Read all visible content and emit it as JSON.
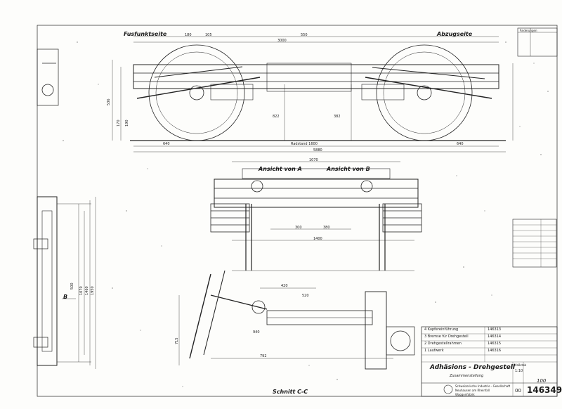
{
  "views": {
    "top_left_label": "Fusfunktseite",
    "top_right_label": "Abzugseite",
    "view_a": "Ansicht von A",
    "view_b": "Ansicht von B",
    "section": "Schnitt C-C",
    "marker_b": "B"
  },
  "dimensions": {
    "top": [
      "180",
      "3000",
      "550",
      "105"
    ],
    "bottom": [
      "640",
      "Radstand 1600",
      "5880",
      "640",
      "822",
      "382"
    ],
    "middle": [
      "1070",
      "300",
      "380",
      "1400"
    ],
    "section": [
      "420",
      "520",
      "940",
      "792"
    ],
    "left_heights": [
      "536",
      "170",
      "190",
      "715"
    ],
    "left_section": [
      "500",
      "1070",
      "1460",
      "1950"
    ]
  },
  "title_block": {
    "title": "Adhäsions - Drehgestell",
    "subtitle": "Zusammenstellung",
    "company": "Schweizerische Industrie - Gesellschaft",
    "location": "Neuhausen am Rheinfall",
    "dept": "Waggonfabrik",
    "scale_label": "Maßstab",
    "scale": "1:10",
    "number": "146349",
    "code": "00",
    "revision": "100",
    "parts": [
      {
        "no": "4",
        "name": "Kupfereinführung",
        "ref": "146313"
      },
      {
        "no": "3",
        "name": "Bremse für Drehgestell",
        "ref": "146314"
      },
      {
        "no": "2",
        "name": "Drehgestellrahmen",
        "ref": "146315"
      },
      {
        "no": "1",
        "name": "Laufwerk",
        "ref": "146316"
      }
    ]
  },
  "revision_block": {
    "header": "Änderungen"
  }
}
